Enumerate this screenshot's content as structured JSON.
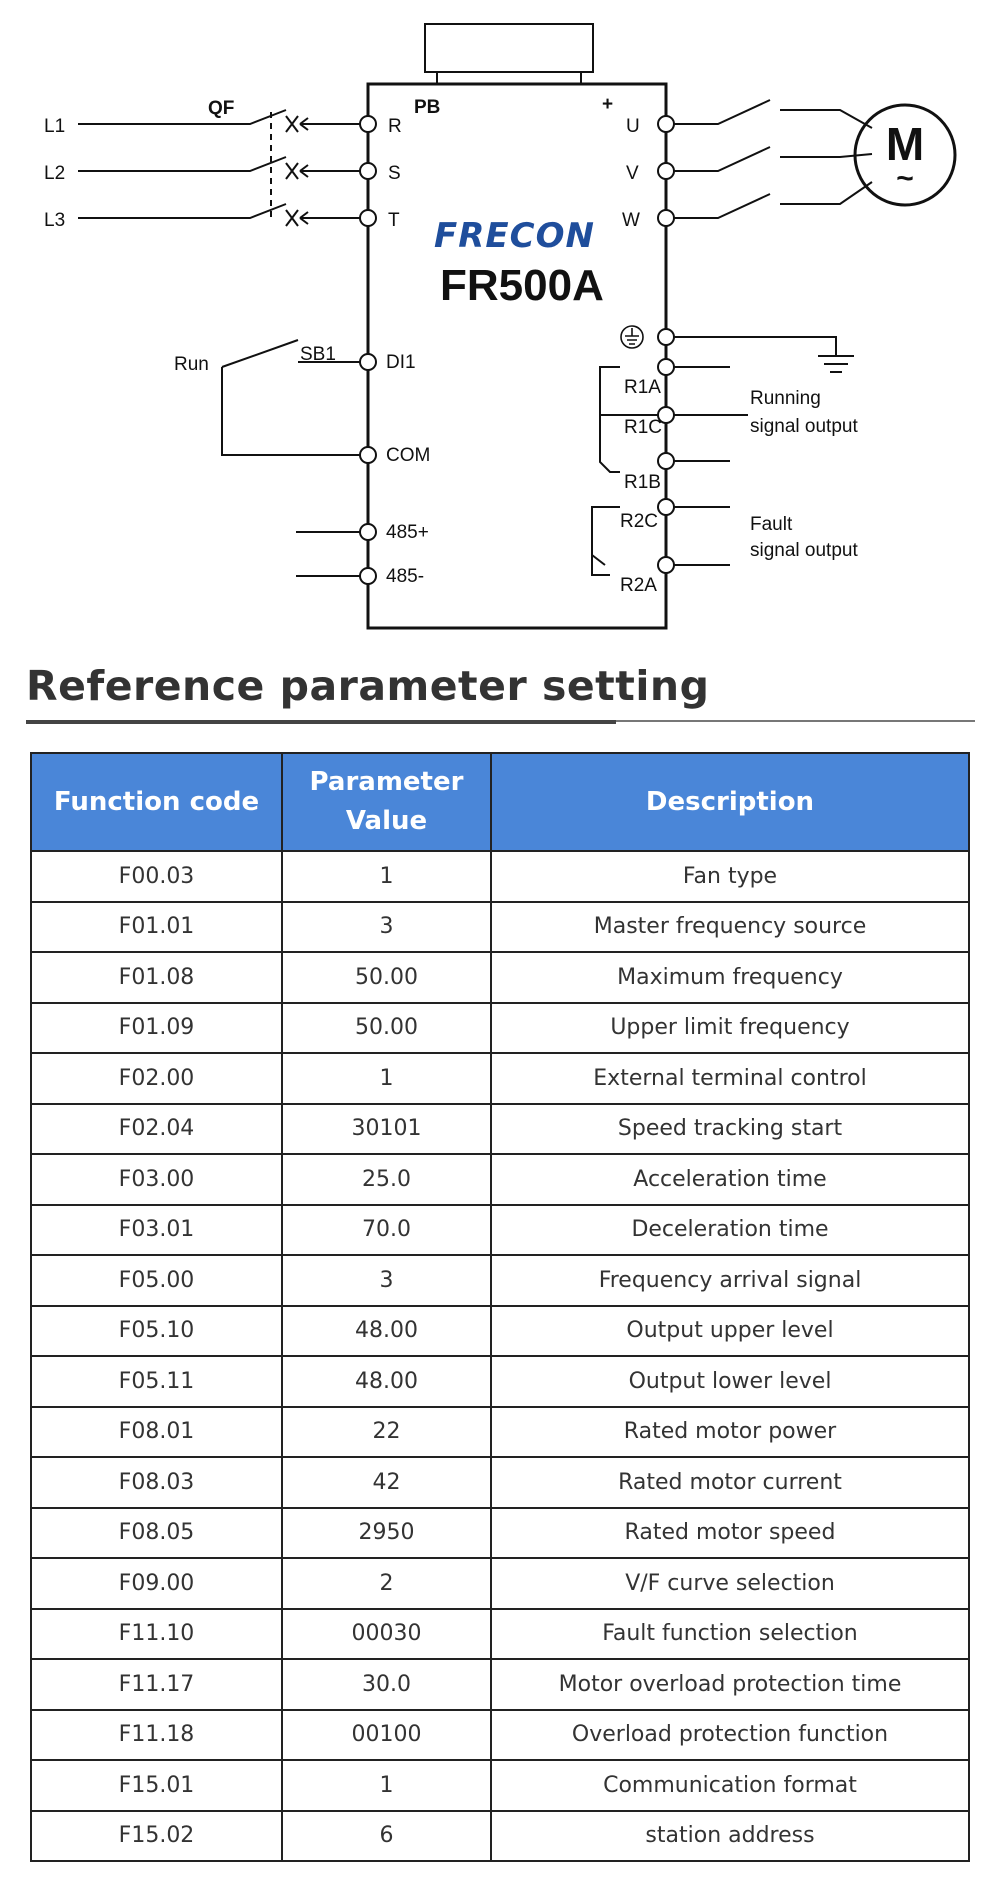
{
  "diagram": {
    "brand": "FRECON",
    "model": "FR500A",
    "breaker": "QF",
    "brake": "PB",
    "plus": "+",
    "motor": "M",
    "motor_sub": "~",
    "lines": [
      "L1",
      "L2",
      "L3"
    ],
    "inputs": [
      "R",
      "S",
      "T"
    ],
    "outputs": [
      "U",
      "V",
      "W"
    ],
    "run": "Run",
    "switch": "SB1",
    "di1": "DI1",
    "com": "COM",
    "rs485_plus": "485+",
    "rs485_minus": "485-",
    "relay_terms": [
      "R1A",
      "R1C",
      "R1B",
      "R2C",
      "R2A"
    ],
    "running_l1": "Running",
    "running_l2": "signal output",
    "fault_l1": "Fault",
    "fault_l2": "signal output",
    "ground_icon": "ground-icon"
  },
  "section_title": "Reference parameter setting",
  "table": {
    "headers": [
      "Function code",
      "Parameter",
      "Value",
      "Description"
    ],
    "rows": [
      [
        "F00.03",
        "1",
        "Fan type"
      ],
      [
        "F01.01",
        "3",
        "Master frequency source"
      ],
      [
        "F01.08",
        "50.00",
        "Maximum frequency"
      ],
      [
        "F01.09",
        "50.00",
        "Upper limit frequency"
      ],
      [
        "F02.00",
        "1",
        "External terminal control"
      ],
      [
        "F02.04",
        "30101",
        "Speed tracking start"
      ],
      [
        "F03.00",
        "25.0",
        "Acceleration time"
      ],
      [
        "F03.01",
        "70.0",
        "Deceleration time"
      ],
      [
        "F05.00",
        "3",
        "Frequency arrival signal"
      ],
      [
        "F05.10",
        "48.00",
        "Output upper level"
      ],
      [
        "F05.11",
        "48.00",
        "Output lower level"
      ],
      [
        "F08.01",
        "22",
        "Rated motor power"
      ],
      [
        "F08.03",
        "42",
        "Rated motor current"
      ],
      [
        "F08.05",
        "2950",
        "Rated motor speed"
      ],
      [
        "F09.00",
        "2",
        "V/F curve selection"
      ],
      [
        "F11.10",
        "00030",
        "Fault function selection"
      ],
      [
        "F11.17",
        "30.0",
        "Motor overload protection time"
      ],
      [
        "F11.18",
        "00100",
        "Overload protection function"
      ],
      [
        "F15.01",
        "1",
        "Communication format"
      ],
      [
        "F15.02",
        "6",
        "station address"
      ]
    ]
  },
  "colors": {
    "header_bg": "#4a86d8",
    "brand": "#1f4e9c",
    "brand_accent": "#d04a2a"
  }
}
